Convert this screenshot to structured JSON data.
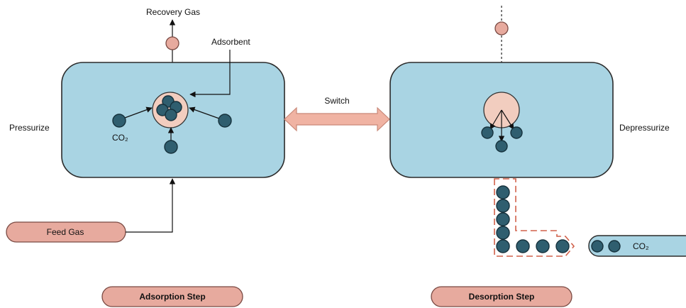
{
  "labels": {
    "recovery_gas": "Recovery Gas",
    "adsorbent": "Adsorbent",
    "switch": "Switch",
    "pressurize": "Pressurize",
    "depressurize": "Depressurize",
    "co2_left": "CO₂",
    "co2_right": "CO₂",
    "feed_gas": "Feed Gas",
    "adsorption_step": "Adsorption Step",
    "desorption_step": "Desorption Step"
  },
  "colors": {
    "vessel_fill": "#a9d4e3",
    "molecule_fill": "#2f5e6f",
    "gas_pill_fill": "#e7aa9e",
    "adsorbent_fill": "#f2cdbf",
    "dashed_path": "#d0604a",
    "switch_arrow": "#f0b3a3"
  }
}
